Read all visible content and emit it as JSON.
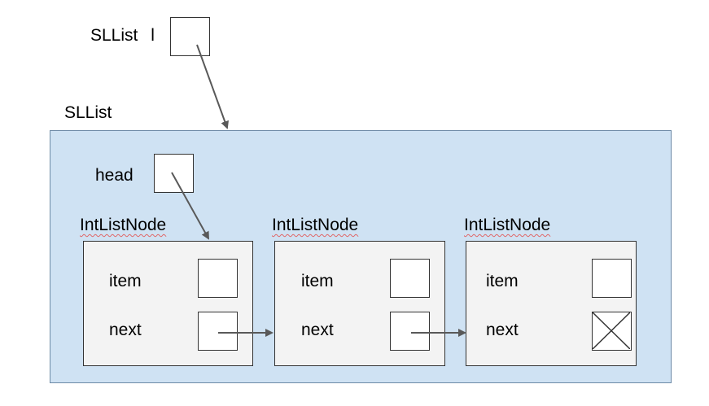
{
  "variable": {
    "type_label": "SLList",
    "name_label": "l"
  },
  "list": {
    "title": "SLList",
    "head_label": "head"
  },
  "nodes": [
    {
      "type_label": "IntListNode",
      "item_label": "item",
      "next_label": "next",
      "next_is_null": false
    },
    {
      "type_label": "IntListNode",
      "item_label": "item",
      "next_label": "next",
      "next_is_null": false
    },
    {
      "type_label": "IntListNode",
      "item_label": "item",
      "next_label": "next",
      "next_is_null": true
    }
  ],
  "colors": {
    "container_fill": "#cfe2f3",
    "node_fill": "#f3f3f3",
    "arrow": "#595959",
    "spellcheck_underline": "#e06666"
  }
}
